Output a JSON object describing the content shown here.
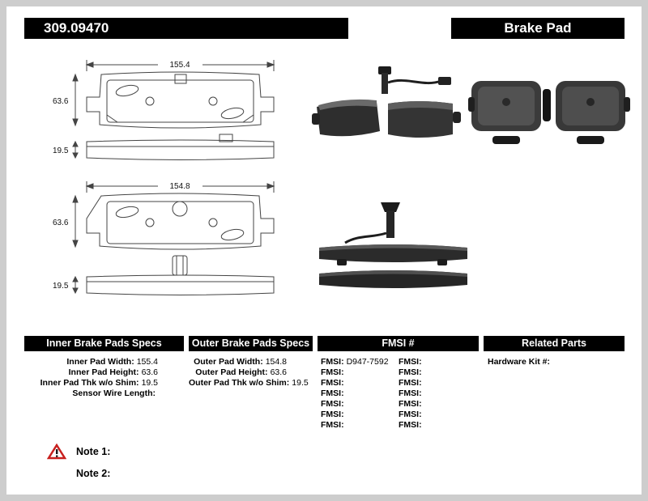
{
  "header": {
    "part_number": "309.09470",
    "product_title": "Brake Pad"
  },
  "drawings": {
    "inner_front": {
      "width": "155.4",
      "height": "63.6"
    },
    "inner_profile": {
      "thickness": "19.5"
    },
    "outer_front": {
      "width": "154.8",
      "height": "63.6"
    },
    "outer_profile": {
      "thickness": "19.5"
    }
  },
  "spec_tables": {
    "inner": {
      "title": "Inner Brake Pads Specs",
      "rows": [
        {
          "label": "Inner Pad Width:",
          "value": "155.4"
        },
        {
          "label": "Inner Pad Height:",
          "value": "63.6"
        },
        {
          "label": "Inner Pad Thk w/o Shim:",
          "value": "19.5"
        },
        {
          "label": "Sensor Wire Length:",
          "value": ""
        }
      ]
    },
    "outer": {
      "title": "Outer Brake Pads Specs",
      "rows": [
        {
          "label": "Outer Pad Width:",
          "value": "154.8"
        },
        {
          "label": "Outer Pad Height:",
          "value": "63.6"
        },
        {
          "label": "Outer Pad Thk w/o Shim:",
          "value": "19.5"
        }
      ]
    },
    "fmsi": {
      "title": "FMSI #",
      "left_rows": [
        {
          "label": "FMSI:",
          "value": "D947-7592"
        },
        {
          "label": "FMSI:",
          "value": ""
        },
        {
          "label": "FMSI:",
          "value": ""
        },
        {
          "label": "FMSI:",
          "value": ""
        },
        {
          "label": "FMSI:",
          "value": ""
        },
        {
          "label": "FMSI:",
          "value": ""
        },
        {
          "label": "FMSI:",
          "value": ""
        }
      ],
      "right_rows": [
        {
          "label": "FMSI:",
          "value": ""
        },
        {
          "label": "FMSI:",
          "value": ""
        },
        {
          "label": "FMSI:",
          "value": ""
        },
        {
          "label": "FMSI:",
          "value": ""
        },
        {
          "label": "FMSI:",
          "value": ""
        },
        {
          "label": "FMSI:",
          "value": ""
        },
        {
          "label": "FMSI:",
          "value": ""
        }
      ]
    },
    "related": {
      "title": "Related Parts",
      "rows": [
        {
          "label": "Hardware Kit #:",
          "value": ""
        }
      ]
    }
  },
  "notes": {
    "items": [
      {
        "label": "Note 1:"
      },
      {
        "label": "Note 2:"
      }
    ]
  }
}
